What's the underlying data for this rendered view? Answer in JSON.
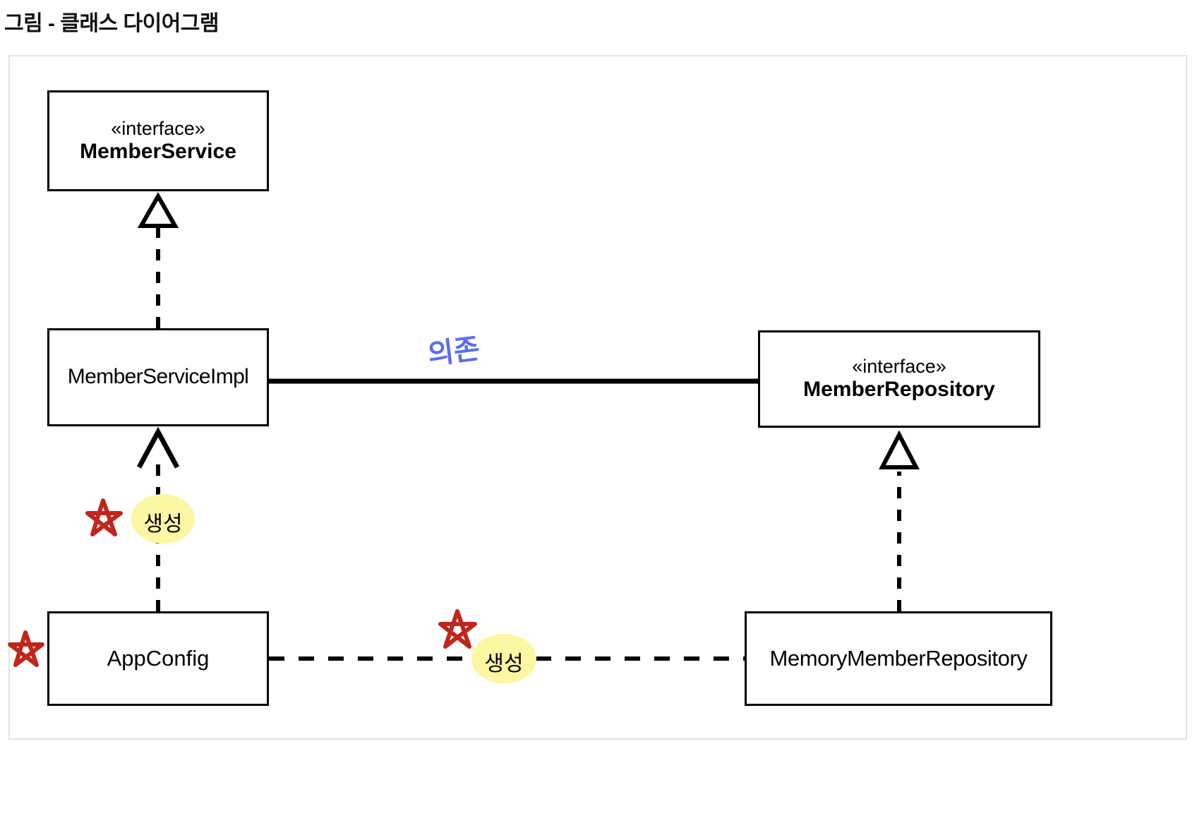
{
  "page": {
    "title": "그림 - 클래스 다이어그램"
  },
  "diagram": {
    "type": "uml-class-diagram",
    "classes": [
      {
        "id": "member-service",
        "stereotype": "«interface»",
        "name": "MemberService",
        "kind": "interface"
      },
      {
        "id": "member-service-impl",
        "stereotype": "",
        "name": "MemberServiceImpl",
        "kind": "class"
      },
      {
        "id": "app-config",
        "stereotype": "",
        "name": "AppConfig",
        "kind": "class"
      },
      {
        "id": "member-repository",
        "stereotype": "«interface»",
        "name": "MemberRepository",
        "kind": "interface"
      },
      {
        "id": "memory-member-repository",
        "stereotype": "",
        "name": "MemoryMemberRepository",
        "kind": "class"
      }
    ],
    "relations": [
      {
        "id": "impl-realizes-service",
        "from": "member-service-impl",
        "to": "member-service",
        "style": "dashed",
        "arrow": "hollow-triangle",
        "label": ""
      },
      {
        "id": "impl-depends-repository",
        "from": "member-service-impl",
        "to": "member-repository",
        "style": "solid",
        "arrow": "open",
        "label": "의존",
        "label_color": "#5a6ef0",
        "label_style": "handwritten"
      },
      {
        "id": "memory-realizes-repository",
        "from": "memory-member-repository",
        "to": "member-repository",
        "style": "dashed",
        "arrow": "hollow-triangle",
        "label": ""
      },
      {
        "id": "appconfig-creates-impl",
        "from": "app-config",
        "to": "member-service-impl",
        "style": "dashed",
        "arrow": "open",
        "label": "생성",
        "label_highlight": "#fdf6a3"
      },
      {
        "id": "appconfig-creates-memory-repo",
        "from": "app-config",
        "to": "memory-member-repository",
        "style": "dashed",
        "arrow": "open",
        "label": "생성",
        "label_highlight": "#fdf6a3"
      }
    ],
    "annotations": [
      {
        "id": "star-left-appconfig",
        "shape": "star",
        "color": "#c0261c"
      },
      {
        "id": "star-above-create-impl",
        "shape": "star",
        "color": "#c0261c"
      },
      {
        "id": "star-above-create-repo",
        "shape": "star",
        "color": "#c0261c"
      }
    ]
  },
  "colors": {
    "line": "#000000",
    "frame": "#e2e2e2",
    "highlight": "#fdf6a3",
    "handwriting_blue": "#5a6ef0",
    "star_red": "#c0261c"
  }
}
